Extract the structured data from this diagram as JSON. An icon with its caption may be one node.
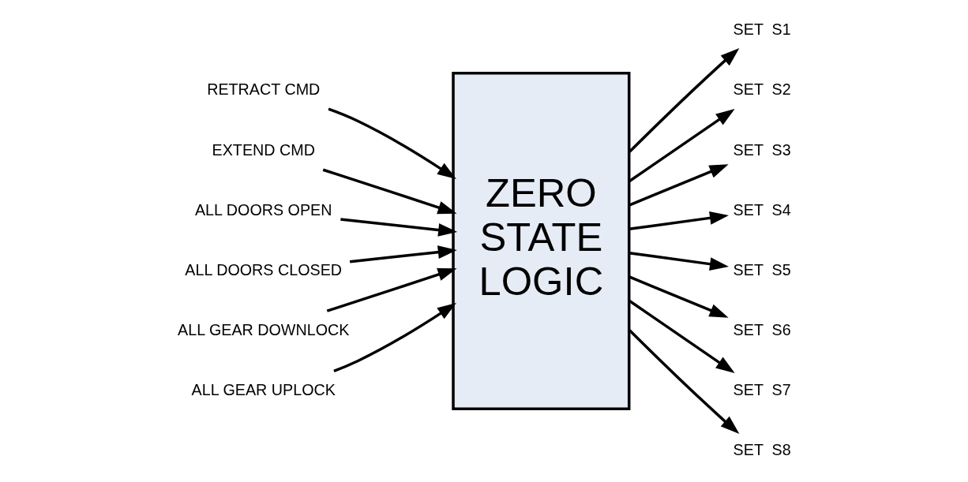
{
  "diagram": {
    "nodes": [
      {
        "text": [
          "ZERO STATE LOGIC"
        ]
      },
      {
        "text": [
          "RETRACT CMD"
        ]
      },
      {
        "text": [
          "EXTEND CMD"
        ]
      },
      {
        "text": [
          "ALL DOORS OPEN"
        ]
      },
      {
        "text": [
          "ALL DOORS CLOSED"
        ]
      },
      {
        "text": [
          "ALL GEAR DOWNLOCK"
        ]
      },
      {
        "text": [
          "ALL GEAR UPLOCK"
        ]
      },
      {
        "text": [
          "SET  S1"
        ]
      },
      {
        "text": [
          "SET  S2"
        ]
      },
      {
        "text": [
          "SET  S3"
        ]
      },
      {
        "text": [
          "SET  S4"
        ]
      },
      {
        "text": [
          "SET  S5"
        ]
      },
      {
        "text": [
          "SET  S6"
        ]
      },
      {
        "text": [
          "SET  S7"
        ]
      },
      {
        "text": [
          "SET  S8"
        ]
      }
    ],
    "edges": [
      {
        "from": 1,
        "to": 0,
        "arrow": "to"
      },
      {
        "from": 2,
        "to": 0,
        "arrow": "to"
      },
      {
        "from": 3,
        "to": 0,
        "arrow": "to"
      },
      {
        "from": 4,
        "to": 0,
        "arrow": "to"
      },
      {
        "from": 5,
        "to": 0,
        "arrow": "to"
      },
      {
        "from": 6,
        "to": 0,
        "arrow": "to"
      },
      {
        "from": 0,
        "to": 7,
        "arrow": "to"
      },
      {
        "from": 0,
        "to": 8,
        "arrow": "to"
      },
      {
        "from": 0,
        "to": 9,
        "arrow": "to"
      },
      {
        "from": 0,
        "to": 10,
        "arrow": "to"
      },
      {
        "from": 0,
        "to": 11,
        "arrow": "to"
      },
      {
        "from": 0,
        "to": 12,
        "arrow": "to"
      },
      {
        "from": 0,
        "to": 13,
        "arrow": "to"
      },
      {
        "from": 0,
        "to": 14,
        "arrow": "to"
      }
    ]
  }
}
